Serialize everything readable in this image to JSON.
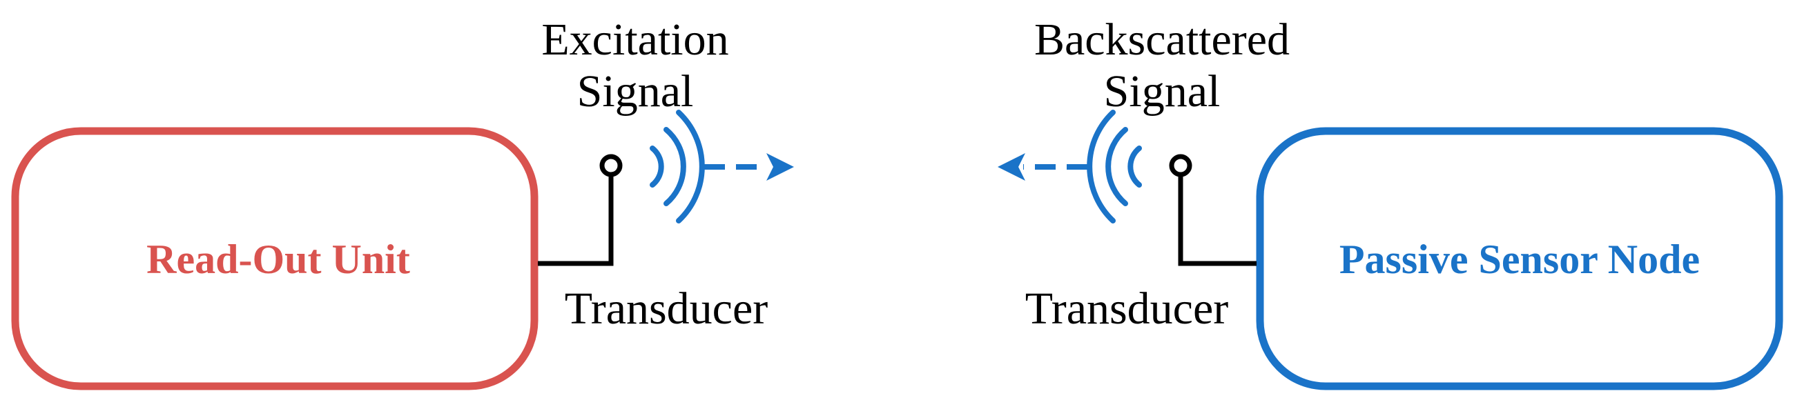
{
  "blocks": {
    "reader": {
      "label": "Read-Out Unit",
      "color": "#D9534F"
    },
    "sensor": {
      "label": "Passive Sensor Node",
      "color": "#1A73C8"
    }
  },
  "signals": {
    "excitation": {
      "line1": "Excitation",
      "line2": "Signal",
      "color": "#1A73C8"
    },
    "backscattered": {
      "line1": "Backscattered",
      "line2": "Signal",
      "color": "#1A73C8"
    }
  },
  "transducers": {
    "left": {
      "label": "Transducer"
    },
    "right": {
      "label": "Transducer"
    }
  },
  "icons": {
    "left_antenna": "antenna-icon",
    "right_antenna": "antenna-icon",
    "left_waves": "radio-waves-icon",
    "right_waves": "radio-waves-icon",
    "left_arrow": "arrow-right-icon",
    "right_arrow": "arrow-left-icon"
  }
}
